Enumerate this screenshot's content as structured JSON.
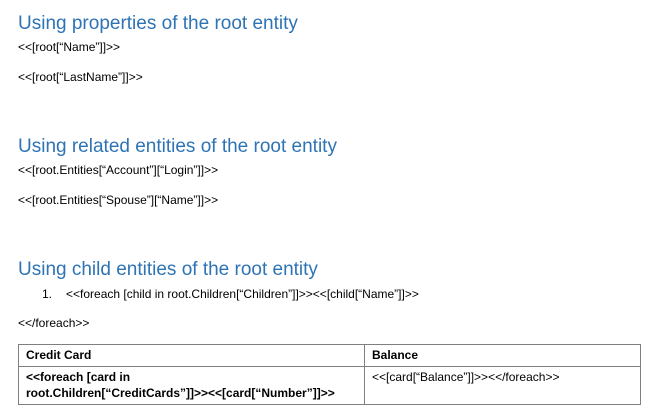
{
  "accent_color": "#2E74B5",
  "sections": [
    {
      "heading": "Using properties of the root entity",
      "lines": [
        "<<[root[“Name”]]>>",
        "<<[root[“LastName”]]>>"
      ]
    },
    {
      "heading": "Using related entities of the root entity",
      "lines": [
        "<<[root.Entities[“Account”][“Login”]]>>",
        "<<[root.Entities[“Spouse”][“Name”]]>>"
      ]
    },
    {
      "heading": "Using child entities of the root entity",
      "list_item": {
        "marker": "1.",
        "text": "<<foreach [child in root.Children[“Children”]]>><<[child[“Name”]]>>"
      },
      "after_list": "<</foreach>>"
    }
  ],
  "table": {
    "headers": [
      "Credit Card",
      "Balance"
    ],
    "rows": [
      {
        "card_line1": "<<foreach [card in",
        "card_line2": "root.Children[“CreditCards”]]>><<[card[“Number”]]>>",
        "balance": "<<[card[“Balance”]]>><</foreach>>"
      }
    ]
  }
}
